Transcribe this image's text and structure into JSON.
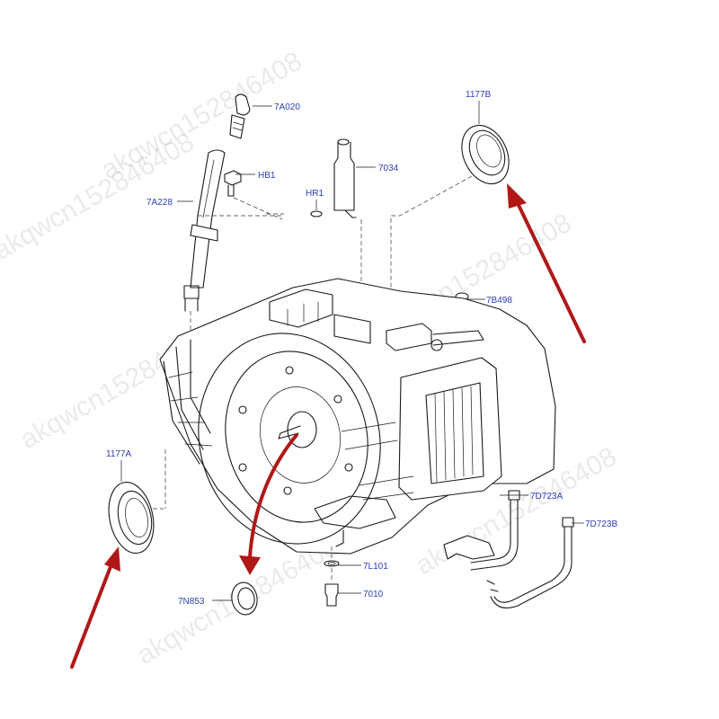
{
  "parts": {
    "p7A020": "7A020",
    "pHB1": "HB1",
    "p7A228": "7A228",
    "pHR1": "HR1",
    "p7034": "7034",
    "p1177B": "1177B",
    "p7B498": "7B498",
    "p1177A": "1177A",
    "p7D723A": "7D723A",
    "p7D723B": "7D723B",
    "p7L101": "7L101",
    "p7010": "7010",
    "p7N853": "7N853"
  },
  "watermark": {
    "text": "akqwcn152846408"
  },
  "colors": {
    "callout": "#2a3fb5",
    "arrow": "#b01818",
    "ink": "#1a1a1a"
  }
}
